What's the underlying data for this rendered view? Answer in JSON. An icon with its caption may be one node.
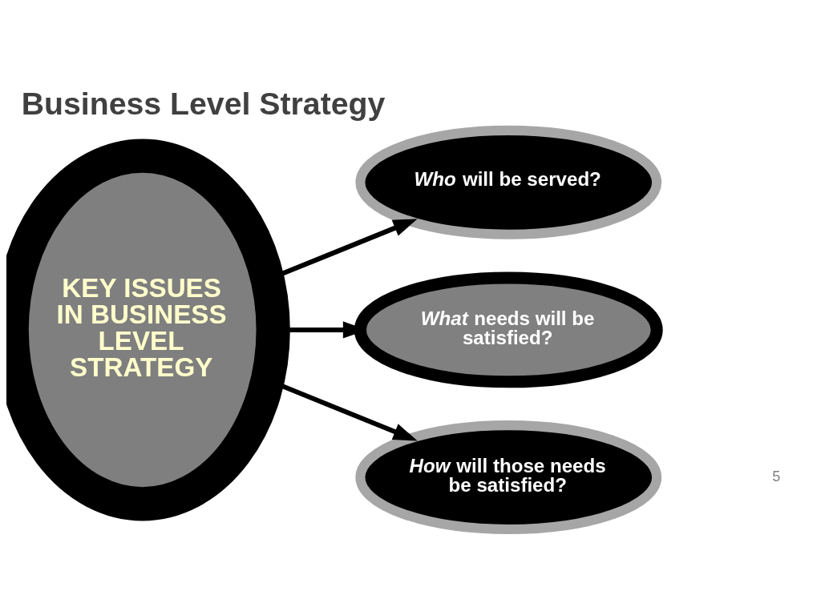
{
  "diagram": {
    "title": "Business Level Strategy",
    "nodes": [
      {
        "text": [
          "KEY ISSUES IN BUSINESS LEVEL STRATEGY"
        ]
      },
      {
        "text": [
          "*Who* will be served?"
        ]
      },
      {
        "text": [
          "*What* needs will be satisfied?"
        ]
      },
      {
        "text": [
          "*How* will those needs be satisfied?"
        ]
      }
    ],
    "edges": [
      {
        "from": 0,
        "to": 1,
        "arrow": "to"
      },
      {
        "from": 0,
        "to": 2,
        "arrow": "to"
      },
      {
        "from": 0,
        "to": 3,
        "arrow": "to"
      }
    ],
    "labels": [
      "5"
    ]
  }
}
